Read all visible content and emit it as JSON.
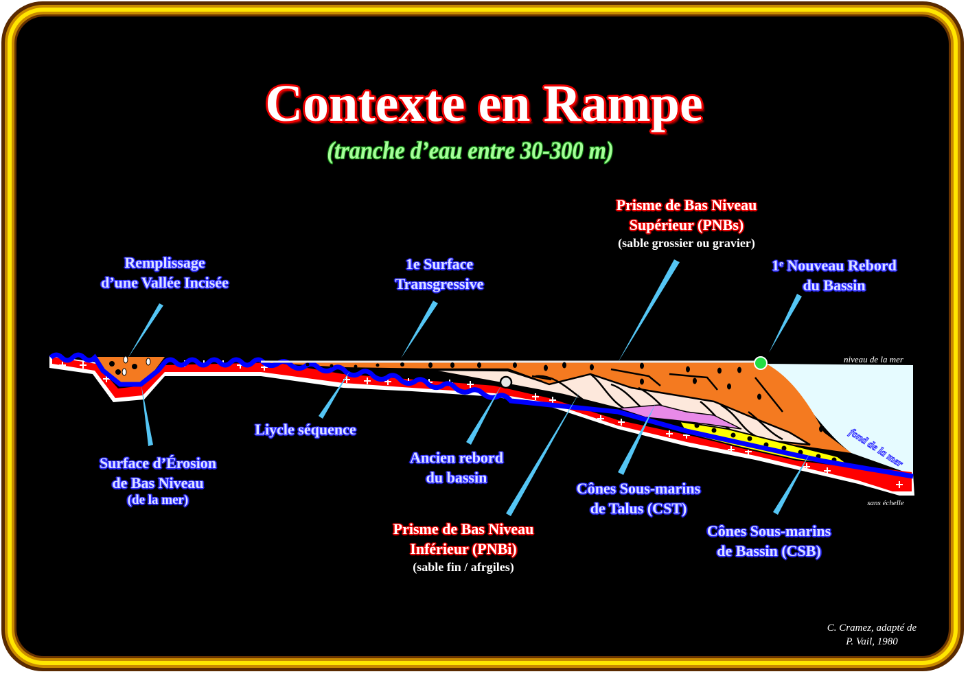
{
  "header": {
    "title": "Contexte en Rampe",
    "subtitle": "(tranche d’eau entre 30-300 m)"
  },
  "labels": {
    "pnbs": {
      "line1": "Prisme de Bas Niveau",
      "line2": "Supérieur (PNBs)",
      "note": "(sable grossier ou gravier)"
    },
    "nouveau_rebord": {
      "sup_prefix": "1",
      "sup": "e",
      "line1_rest": " Nouveau Rebord",
      "line2": "du Bassin"
    },
    "remplissage": {
      "line1": "Remplissage",
      "line2": "d’une Vallée Incisée"
    },
    "surface_transgressive": {
      "line1": "1e Surface",
      "line2": "Transgressive"
    },
    "liycle": {
      "line1": "Liycle séquence"
    },
    "erosion": {
      "line1": "Surface d’Érosion",
      "line2": "de Bas Niveau",
      "note": "(de la mer)"
    },
    "ancien_rebord": {
      "line1": "Ancien rebord",
      "line2": "du bassin"
    },
    "pnbi": {
      "line1": "Prisme de Bas Niveau",
      "line2": "Inférieur (PNBi)",
      "note": "(sable fin / afrgiles)"
    },
    "cst": {
      "line1": "Cônes Sous-marins",
      "line2": "de Talus (CST)"
    },
    "csb": {
      "line1": "Cônes Sous-marins",
      "line2": "de Bassin (CSB)"
    },
    "niveau_mer": "niveau de la mer",
    "fond_mer": "fond de la mer",
    "sans_echelle": "sans échelle"
  },
  "credit": {
    "line1": "C. Cramez, adapté de",
    "line2": "P. Vail, 1980"
  },
  "colors": {
    "basement": "#ff0000",
    "erosion_surface": "#0000ff",
    "prism_upper": "#f47a20",
    "prism_lower": "#fde8dc",
    "slope_fan": "#e88ae8",
    "basin_fan": "#ffff00",
    "sea": "#e6fbff",
    "pointer": "#55c6f5",
    "new_shelf_edge": "#22dd44",
    "old_shelf_edge": "#e6e6e6"
  }
}
